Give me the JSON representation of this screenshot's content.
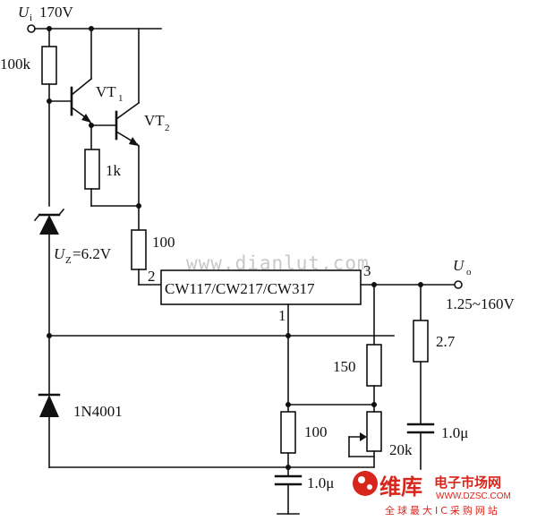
{
  "input": {
    "symbol": "U",
    "subscript": "i",
    "value": "170V"
  },
  "output": {
    "symbol": "U",
    "subscript": "o",
    "range": "1.25~160V"
  },
  "regulator": {
    "label": "CW117/CW217/CW317",
    "pin_adj": "2",
    "pin_out": "3",
    "pin_in": "1"
  },
  "transistors": [
    {
      "name": "VT",
      "subscript": "1"
    },
    {
      "name": "VT",
      "subscript": "2"
    }
  ],
  "components": {
    "r_bias": "100k",
    "r_emitter": "1k",
    "r_series": "100",
    "zener": {
      "symbol": "U",
      "subscript": "Z",
      "value": "=6.2V"
    },
    "diode": "1N4001",
    "r_150": "150",
    "r_100_low": "100",
    "pot": "20k",
    "cap_adj": "1.0μ",
    "r_load": "2.7",
    "cap_out": "1.0μ"
  },
  "watermark": "www.dianlut.com",
  "logo": {
    "brand": "维库",
    "tagline": "电子市场网",
    "url": "WWW.DZSC.COM",
    "slogan": "全球最大IC采购网站"
  }
}
